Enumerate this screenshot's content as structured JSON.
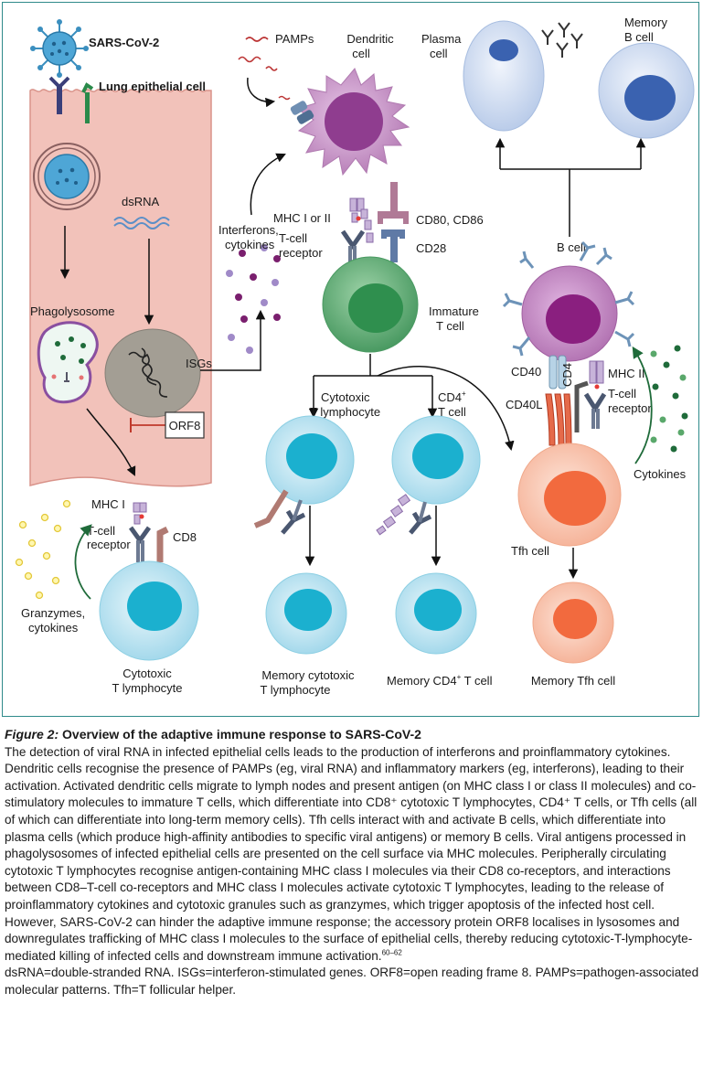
{
  "labels": {
    "virus": "SARS-CoV-2",
    "lung_cell": "Lung epithelial cell",
    "dsrna": "dsRNA",
    "phagolysosome": "Phagolysosome",
    "isgs": "ISGs",
    "orf8": "ORF8",
    "pamps": "PAMPs",
    "dendritic_1": "Dendritic",
    "dendritic_2": "cell",
    "interferons_1": "Interferons,",
    "interferons_2": "cytokines",
    "mhc_i_or_ii": "MHC I or II",
    "tcr_1_a": "T-cell",
    "tcr_1_b": "receptor",
    "cd80_cd86": "CD80, CD86",
    "cd28": "CD28",
    "immature_1": "Immature",
    "immature_2": "T cell",
    "plasma_1": "Plasma",
    "plasma_2": "cell",
    "memory_b_1": "Memory",
    "memory_b_2": "B cell",
    "b_cell": "B cell",
    "cd40": "CD40",
    "cd40l": "CD40L",
    "cd4": "CD4",
    "mhc_ii": "MHC II",
    "tcr_2_a": "T-cell",
    "tcr_2_b": "receptor",
    "cytokines": "Cytokines",
    "tfh_cell": "Tfh cell",
    "ctl_branch_1": "Cytotoxic",
    "ctl_branch_2": "T lymphocyte",
    "cd4_branch_1": "CD4",
    "cd4_branch_sup": "+",
    "cd4_branch_2": "T cell",
    "mhc_i": "MHC I",
    "tcr_3_a": "T-cell",
    "tcr_3_b": "receptor",
    "cd8": "CD8",
    "granzymes_1": "Granzymes,",
    "granzymes_2": "cytokines",
    "ctl_bottom_1": "Cytotoxic",
    "ctl_bottom_2": "T lymphocyte",
    "memory_ctl_1": "Memory cytotoxic",
    "memory_ctl_2": "T lymphocyte",
    "memory_cd4_a": "Memory CD4",
    "memory_cd4_sup": "+",
    "memory_cd4_b": " T cell",
    "memory_tfh": "Memory Tfh cell"
  },
  "caption": {
    "figure_number": "Figure 2:",
    "title": " Overview of the adaptive immune response to SARS-CoV-2",
    "body": "The detection of viral RNA in infected epithelial cells leads to the production of interferons and proinflammatory cytokines. Dendritic cells recognise the presence of PAMPs (eg, viral RNA) and inflammatory markers (eg, interferons), leading to their activation. Activated dendritic cells migrate to lymph nodes and present antigen (on MHC class I or class II molecules) and co-stimulatory molecules to immature T cells, which differentiate into CD8⁺ cytotoxic T lymphocytes, CD4⁺ T cells, or Tfh cells (all of which can differentiate into long-term memory cells). Tfh cells interact with and activate B cells, which differentiate into plasma cells (which produce high-affinity antibodies to specific viral antigens) or memory B cells. Viral antigens processed in phagolysosomes of infected epithelial cells are presented on the cell surface via MHC molecules. Peripherally circulating cytotoxic T lymphocytes recognise antigen-containing MHC class I molecules via their CD8 co-receptors, and interactions between CD8–T-cell co-receptors and MHC class I molecules activate cytotoxic T lymphocytes, leading to the release of proinflammatory cytokines and cytotoxic granules such as granzymes, which trigger apoptosis of the infected host cell. However, SARS-CoV-2 can hinder the adaptive immune response; the accessory protein ORF8 localises in lysosomes and downregulates trafficking of MHC class I molecules to the surface of epithelial cells, thereby reducing cytotoxic-T-lymphocyte-mediated killing of infected cells and downstream immune activation.",
    "refs": "60–62",
    "abbreviations": "dsRNA=double-stranded RNA. ISGs=interferon-stimulated genes. ORF8=open reading frame 8. PAMPs=pathogen-associated molecular patterns. Tfh=T follicular helper."
  },
  "colors": {
    "epithelial": "#f2c2ba",
    "dendritic": "#c48bc4",
    "immature_t": "#4da86a",
    "ctl": "#2bb6d6",
    "tfh": "#f79a7a",
    "b_cell": "#a24ea2",
    "plasma": "#b9cdea",
    "frame": "#2f8a8a"
  }
}
